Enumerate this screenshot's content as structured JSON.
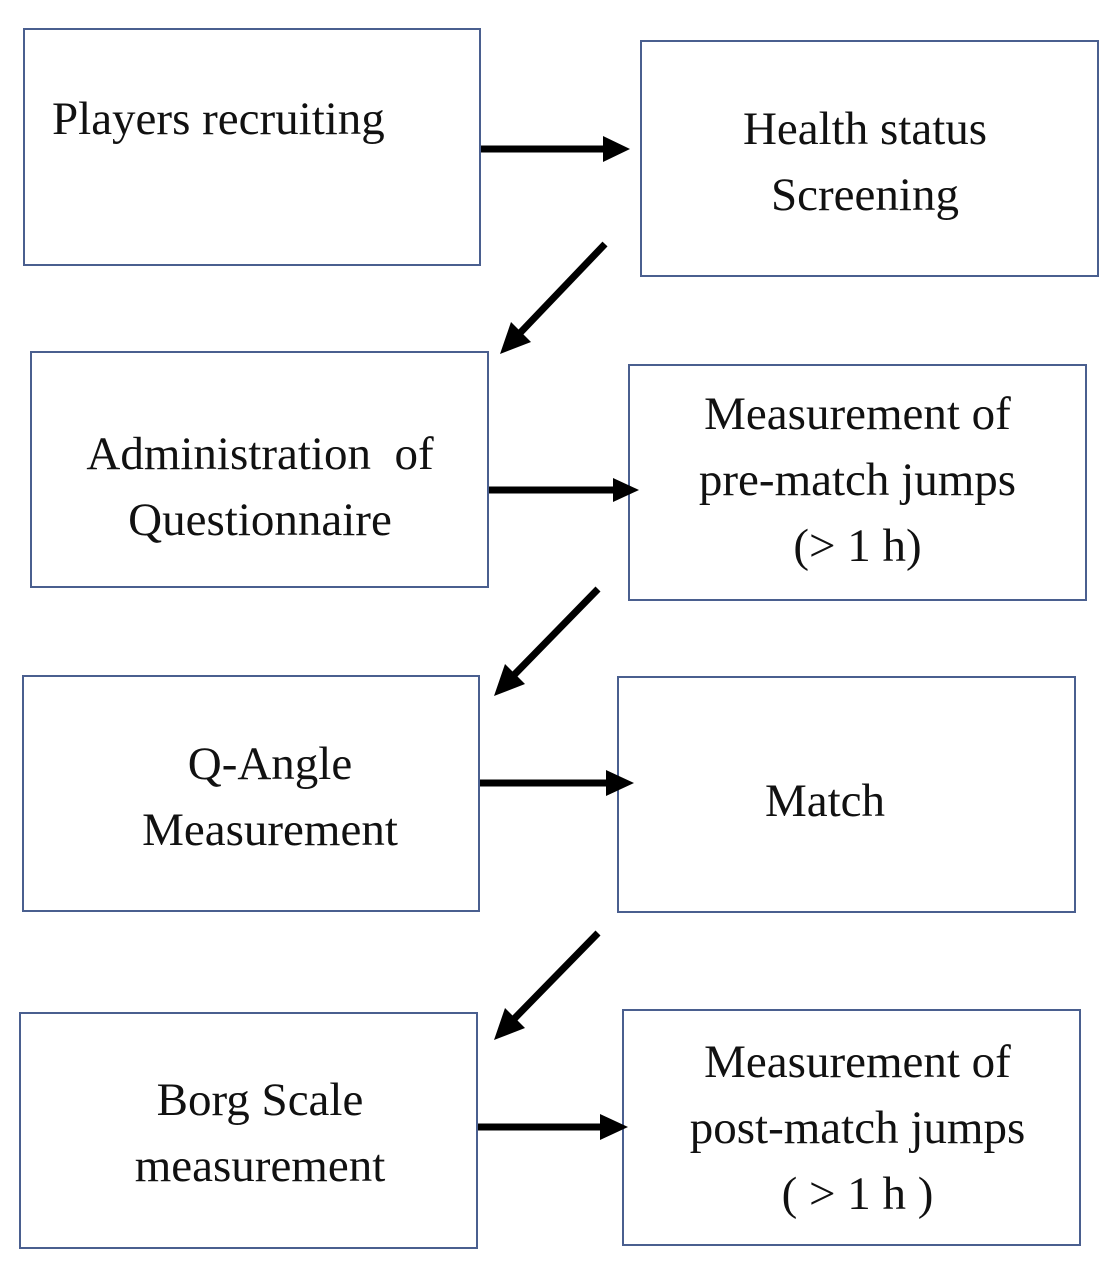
{
  "boxes": {
    "players_recruiting": {
      "line1": "Players recruiting"
    },
    "health_status_screening": {
      "line1": "Health status",
      "line2": "Screening"
    },
    "administration_questionnaire": {
      "line1": "Administration  of",
      "line2": "Questionnaire"
    },
    "pre_match_jumps": {
      "line1": "Measurement of",
      "line2": "pre-match jumps",
      "line3": "(> 1 h)"
    },
    "q_angle_measurement": {
      "line1": "Q-Angle",
      "line2": "Measurement"
    },
    "match": {
      "line1": "Match"
    },
    "borg_scale_measurement": {
      "line1": "Borg Scale",
      "line2": "measurement"
    },
    "post_match_jumps": {
      "line1": "Measurement of",
      "line2": "post-match jumps",
      "line3": "( > 1 h )"
    }
  }
}
